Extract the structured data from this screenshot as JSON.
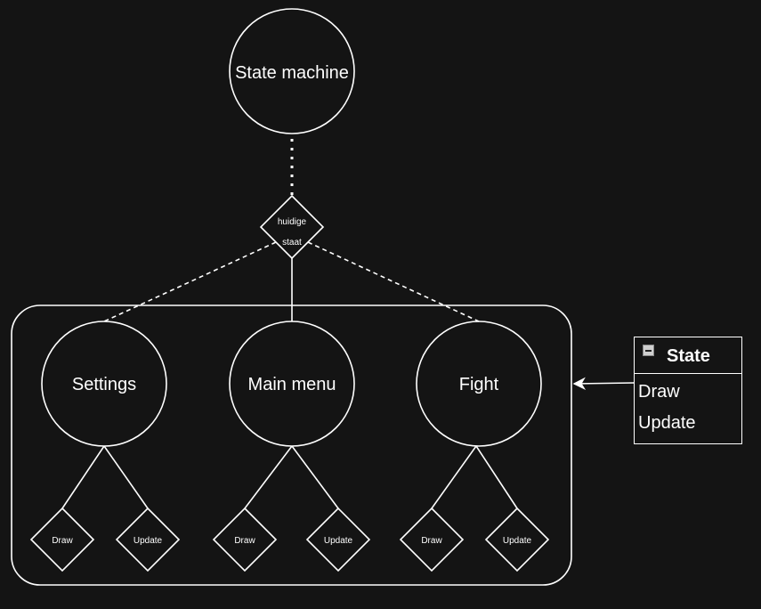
{
  "nodes": {
    "state_machine": "State machine",
    "current_state": [
      "huidige",
      "staat"
    ],
    "settings": "Settings",
    "main_menu": "Main menu",
    "fight": "Fight",
    "draw": "Draw",
    "update": "Update"
  },
  "class_box": {
    "title": "State",
    "members": [
      "Draw",
      "Update"
    ]
  },
  "colors": {
    "background": "#141414",
    "stroke": "#ffffff"
  }
}
